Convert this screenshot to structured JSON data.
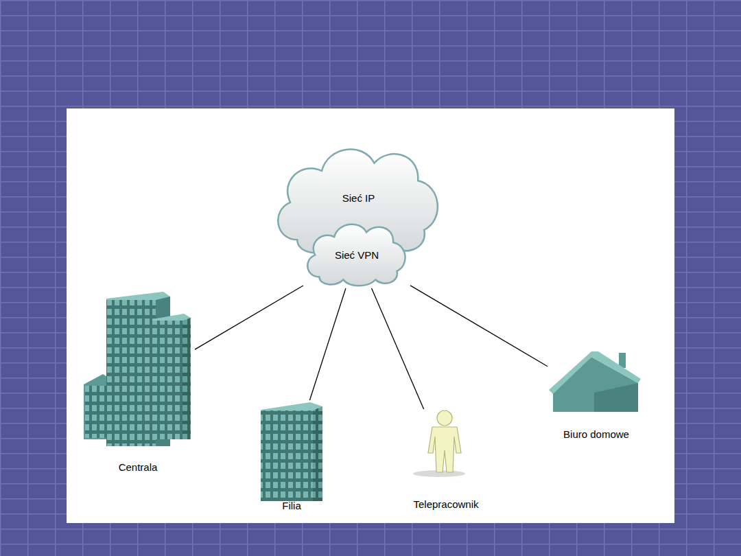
{
  "diagram": {
    "nodes": [
      {
        "text": [
          "Sieć IP"
        ]
      },
      {
        "text": [
          "Sieć VPN"
        ],
        "in": 0
      },
      {
        "text": [
          "Centrala"
        ]
      },
      {
        "text": [
          "Filia"
        ]
      },
      {
        "text": [
          "Telepracownik"
        ]
      },
      {
        "text": [
          "Biuro domowe"
        ]
      }
    ],
    "edges": [
      {
        "from": 1,
        "to": 2,
        "arrow": "none"
      },
      {
        "from": 1,
        "to": 3,
        "arrow": "none"
      },
      {
        "from": 1,
        "to": 4,
        "arrow": "none"
      },
      {
        "from": 1,
        "to": 5,
        "arrow": "none"
      }
    ]
  }
}
